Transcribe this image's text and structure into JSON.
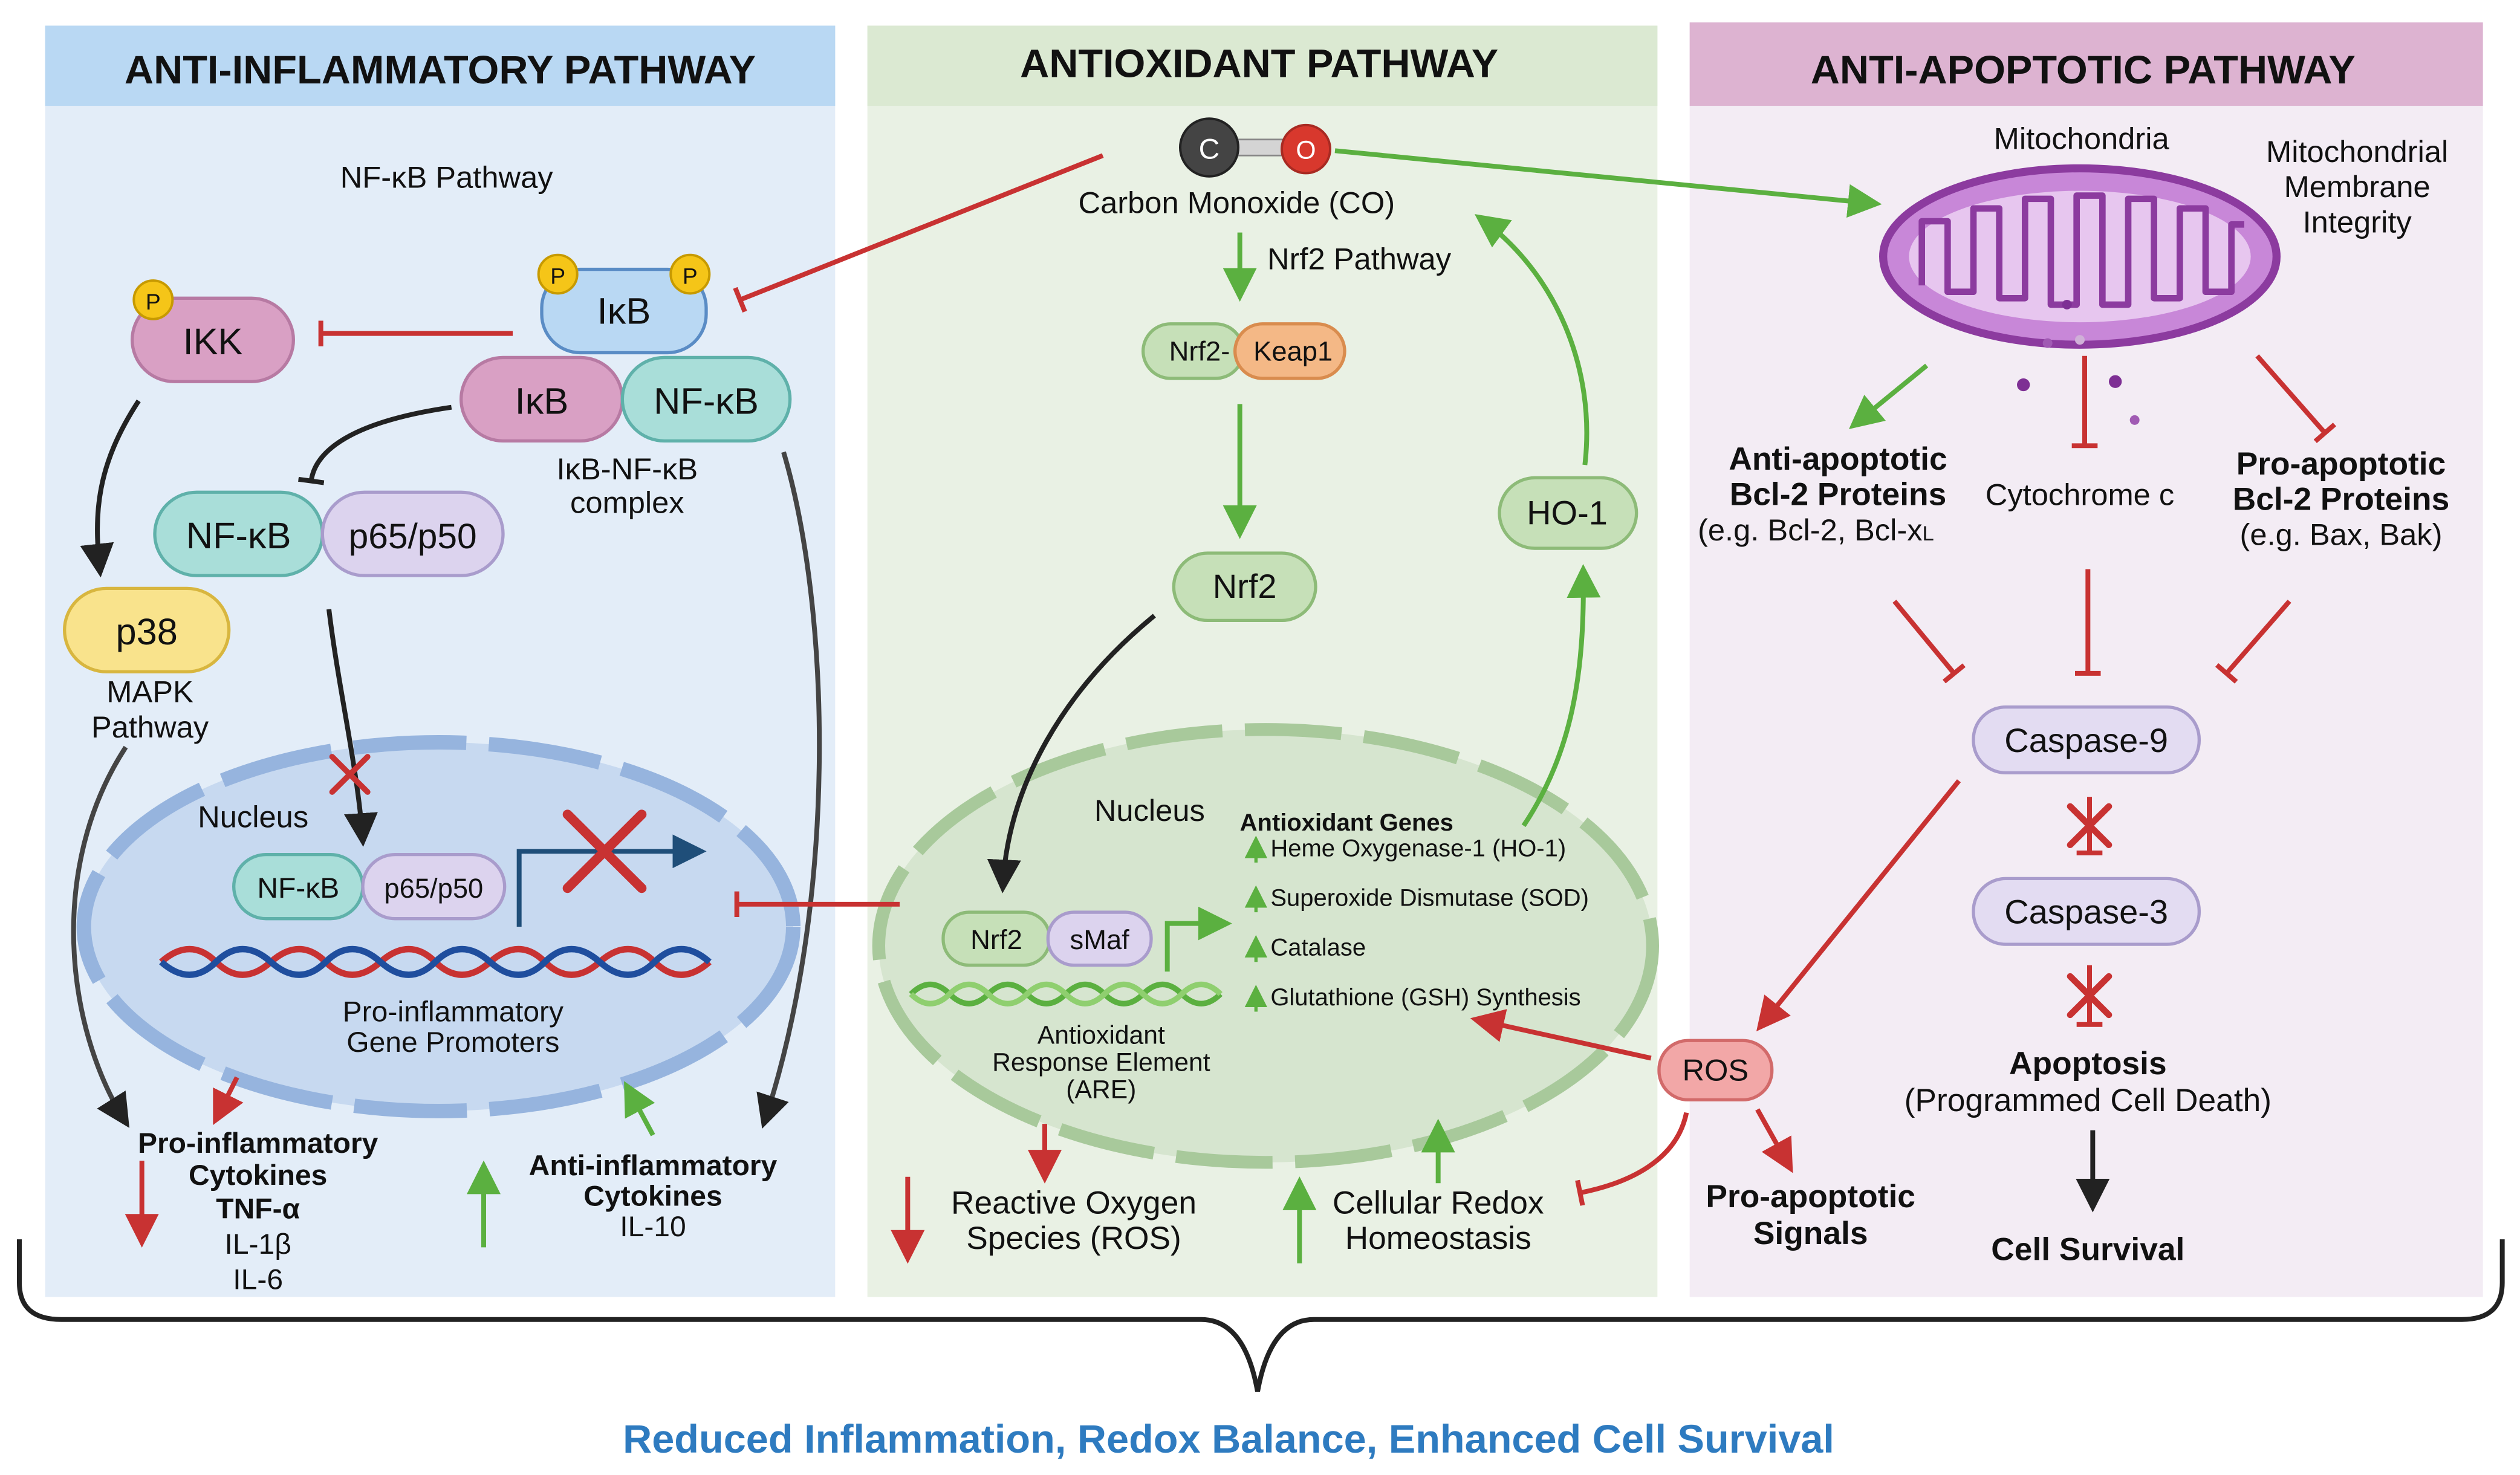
{
  "panels": {
    "inflammatory": {
      "title": "ANTI-INFLAMMATORY PATHWAY",
      "nfkb_pathway": "NF-κB Pathway",
      "p": "P",
      "ikk": "IKK",
      "ikb": "IκB",
      "nfkb": "NF-κB",
      "complex_l1": "IκB-NF-κB",
      "complex_l2": "complex",
      "p65p50": "p65/p50",
      "p38": "p38",
      "mapk_l1": "MAPK",
      "mapk_l2": "Pathway",
      "nucleus": "Nucleus",
      "promoters_l1": "Pro-inflammatory",
      "promoters_l2": "Gene Promoters",
      "pro_cyt_l1": "Pro-inflammatory",
      "pro_cyt_l2": "Cytokines",
      "tnf": "TNF-α",
      "il1": "IL-1β",
      "il6": "IL-6",
      "anti_cyt_l1": "Anti-inflammatory",
      "anti_cyt_l2": "Cytokines",
      "il10": "IL-10"
    },
    "antioxidant": {
      "title": "ANTIOXIDANT PATHWAY",
      "co_c": "C",
      "co_o": "O",
      "co_label": "Carbon Monoxide (CO)",
      "nrf2_pathway": "Nrf2 Pathway",
      "nrf2_keap_a": "Nrf2-",
      "nrf2_keap_b": "Keap1",
      "nrf2": "Nrf2",
      "ho1": "HO-1",
      "nucleus": "Nucleus",
      "smaf": "sMaf",
      "genes_title": "Antioxidant Genes",
      "genes": [
        "Heme Oxygenase-1 (HO-1)",
        "Superoxide Dismutase (SOD)",
        "Catalase",
        "Glutathione (GSH) Synthesis"
      ],
      "are_l1": "Antioxidant",
      "are_l2": "Response Element",
      "are_l3": "(ARE)",
      "ros": "ROS",
      "ros_out_l1": "Reactive Oxygen",
      "ros_out_l2": "Species (ROS)",
      "redox_l1": "Cellular Redox",
      "redox_l2": "Homeostasis",
      "pro_sig_l1": "Pro-apoptotic",
      "pro_sig_l2": "Signals"
    },
    "apoptotic": {
      "title": "ANTI-APOPTOTIC PATHWAY",
      "mito": "Mitochondria",
      "mmi_l1": "Mitochondrial",
      "mmi_l2": "Membrane",
      "mmi_l3": "Integrity",
      "anti_bcl_l1": "Anti-apoptotic",
      "anti_bcl_l2": "Bcl-2 Proteins",
      "anti_bcl_l3": "(e.g. Bcl-2, Bcl-x",
      "anti_bcl_sub": "L",
      "cytc": "Cytochrome c",
      "pro_bcl_l1": "Pro-apoptotic",
      "pro_bcl_l2": "Bcl-2 Proteins",
      "pro_bcl_l3": "(e.g. Bax, Bak)",
      "casp9": "Caspase-9",
      "casp3": "Caspase-3",
      "apop_l1": "Apoptosis",
      "apop_l2": "(Programmed Cell Death)",
      "survival": "Cell Survival"
    }
  },
  "footer": "Reduced Inflammation, Redox Balance, Enhanced Cell Survival",
  "colors": {
    "blue_panel": "#e3edf8",
    "blue_header": "#b9d8f3",
    "green_panel": "#e9f1e4",
    "green_header": "#dbe9d2",
    "pink_panel": "#f3ecf4",
    "pink_header": "#ddb3d1",
    "red_arrow": "#c83232",
    "green_arrow": "#5bb040",
    "footer_blue": "#2e7bc0"
  }
}
